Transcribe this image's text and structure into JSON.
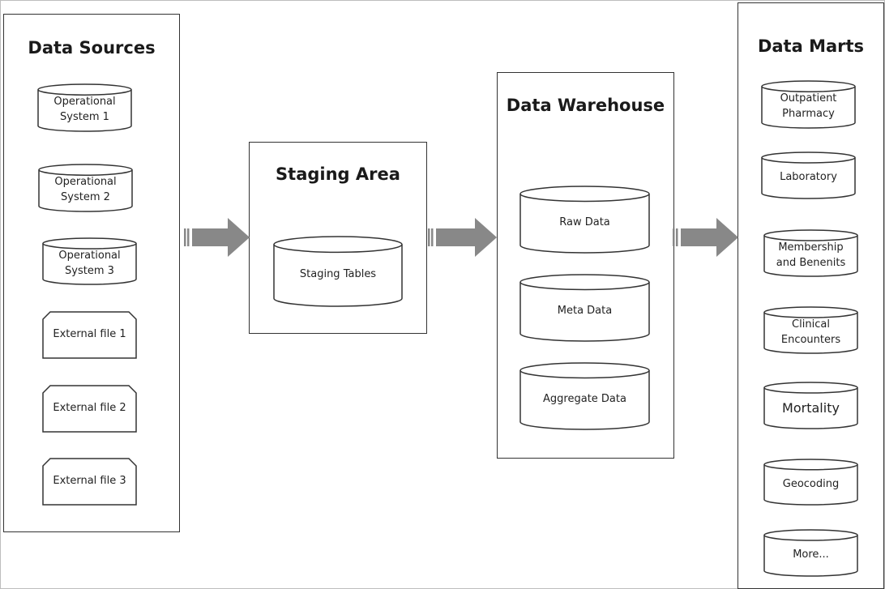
{
  "panels": {
    "data_sources": {
      "title": "Data Sources",
      "items": [
        "Operational\nSystem 1",
        "Operational\nSystem 2",
        "Operational\nSystem 3",
        "External file 1",
        "External file 2",
        "External file 3"
      ]
    },
    "staging_area": {
      "title": "Staging Area",
      "items": [
        "Staging Tables"
      ]
    },
    "data_warehouse": {
      "title": "Data Warehouse",
      "items": [
        "Raw Data",
        "Meta Data",
        "Aggregate Data"
      ]
    },
    "data_marts": {
      "title": "Data Marts",
      "items": [
        "Outpatient\nPharmacy",
        "Laboratory",
        "Membership\nand Benenits",
        "Clinical\nEncounters",
        "Mortality",
        "Geocoding",
        "More..."
      ]
    }
  },
  "colors": {
    "stroke": "#333333",
    "arrow": "#888888",
    "text": "#222222"
  }
}
